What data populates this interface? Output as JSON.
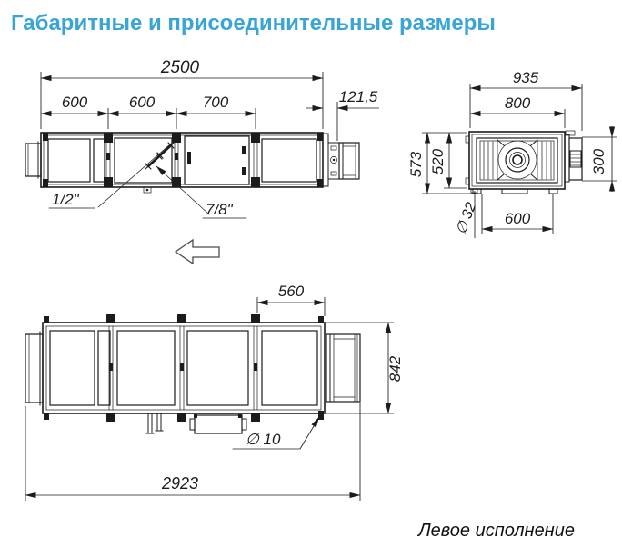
{
  "title": "Габаритные и присоединительные размеры",
  "footer_note": "Левое исполнение",
  "colors": {
    "accent": "#38a5d6",
    "line": "#1c1c1c"
  },
  "side_view": {
    "dim_overall": "2500",
    "dim_section_1": "600",
    "dim_section_2": "600",
    "dim_section_3": "700",
    "dim_duct_offset": "121,5",
    "label_pipe_liquid": "1/2\"",
    "label_pipe_gas": "7/8\""
  },
  "end_view": {
    "dim_width_overall": "935",
    "dim_width_body": "800",
    "dim_height_overall": "573",
    "dim_height_body": "520",
    "dim_box_height": "300",
    "dim_drain": "∅ 32",
    "dim_base_width": "600"
  },
  "top_view": {
    "dim_fan_section": "560",
    "dim_depth": "842",
    "dim_hole": "∅ 10",
    "dim_overall": "2923"
  }
}
